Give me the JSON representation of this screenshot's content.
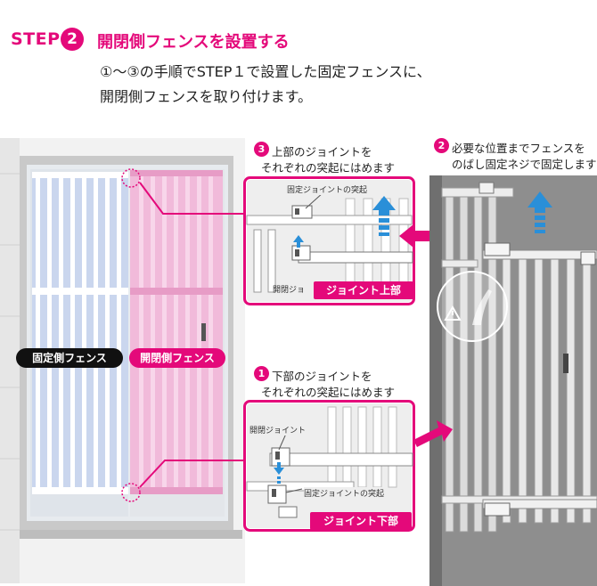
{
  "header": {
    "step_word": "STEP",
    "step_number": "2",
    "title": "開閉側フェンスを設置する",
    "intro_line1": "①〜③の手順でSTEP１で設置した固定フェンスに、",
    "intro_line2": "開閉側フェンスを取り付けます。"
  },
  "labels": {
    "fixed_fence": "固定側フェンス",
    "opening_fence": "開閉側フェンス"
  },
  "callouts": {
    "step3": {
      "num": "3",
      "line1": "上部のジョイントを",
      "line2": "それぞれの突起にはめます",
      "part_label": "固定ジョイントの突起",
      "cut_label": "開閉ジョ",
      "banner": "ジョイント上部"
    },
    "step2": {
      "num": "2",
      "line1": "必要な位置までフェンスを",
      "line2": "のばし固定ネジで固定します"
    },
    "step1": {
      "num": "1",
      "line1": "下部のジョイントを",
      "line2": "それぞれの突起にはめます",
      "part_label_top": "開閉ジョイント",
      "part_label_bottom": "固定ジョイントの突起",
      "banner": "ジョイント下部"
    }
  },
  "colors": {
    "accent": "#e4097a",
    "arrow_blue": "#2a8fd8",
    "dark": "#111111"
  }
}
